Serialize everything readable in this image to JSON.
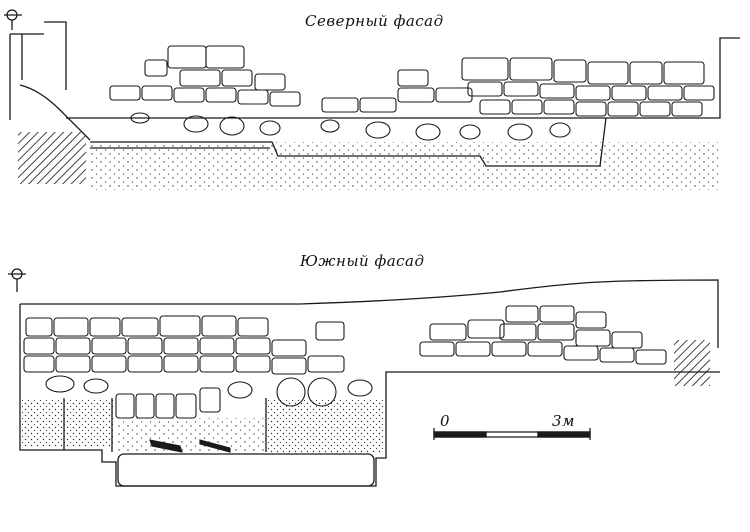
{
  "north_facade": {
    "title": "Северный фасад"
  },
  "south_facade": {
    "title": "Южный фасад"
  },
  "scale_bar": {
    "start_label": "0",
    "end_label": "3м"
  },
  "colors": {
    "ink": "#1a1a1a",
    "paper": "#ffffff"
  },
  "icons": {
    "datum_marker": "circle-crosshair-icon"
  }
}
